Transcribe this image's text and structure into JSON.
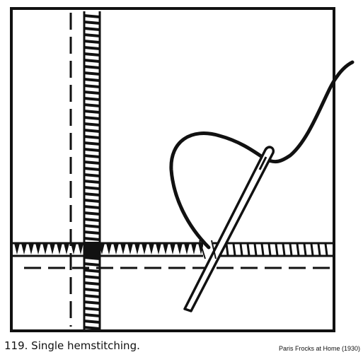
{
  "figure": {
    "caption": "119. Single hemstitching.",
    "source": "Paris Frocks at Home (1930)",
    "ink_color": "#111111",
    "paper_color": "#ffffff",
    "icons": [
      "fabric-square",
      "needle-icon",
      "thread-loop",
      "hemstitch-band"
    ]
  }
}
